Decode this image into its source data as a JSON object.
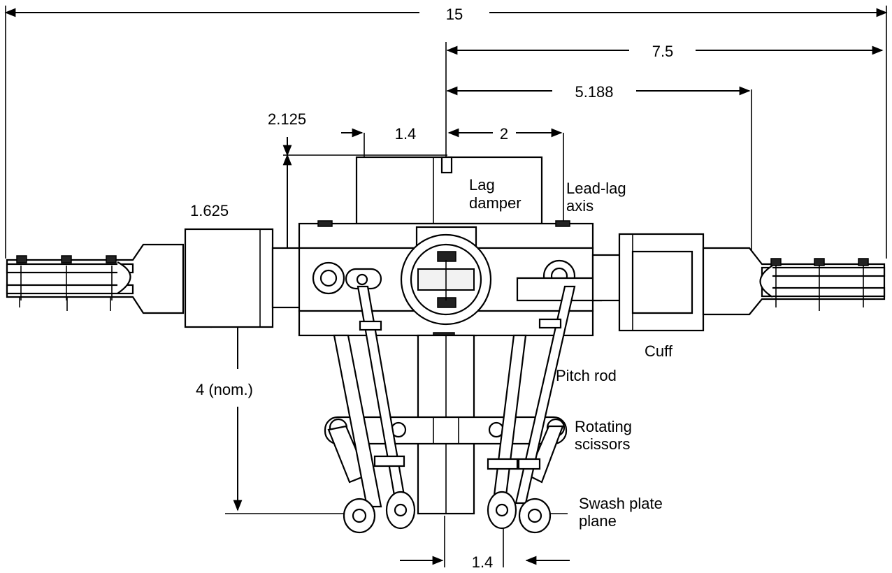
{
  "dimensions": {
    "overall_width": "15",
    "half_width": "7.5",
    "lead_lag_to_center": "5.188",
    "damper_height": "2.125",
    "damper_offset": "1.4",
    "lag_axis_offset": "2",
    "cuff_height": "1.625",
    "swash_height": "4 (nom.)",
    "bottom_offset": "1.4"
  },
  "labels": {
    "lag_damper_1": "Lag",
    "lag_damper_2": "damper",
    "lead_lag_1": "Lead-lag",
    "lead_lag_2": "axis",
    "cuff": "Cuff",
    "pitch_rod": "Pitch rod",
    "scissors_1": "Rotating",
    "scissors_2": "scissors",
    "swash_1": "Swash plate",
    "swash_2": "plane"
  }
}
